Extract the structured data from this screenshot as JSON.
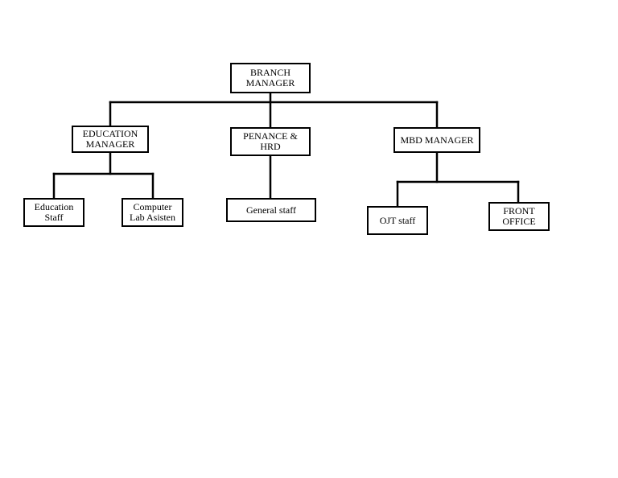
{
  "org_chart": {
    "root": {
      "label": "BRANCH\nMANAGER"
    },
    "departments": [
      {
        "label": "EDUCATION\nMANAGER",
        "children": [
          {
            "label": "Education\nStaff"
          },
          {
            "label": "Computer\nLab Asisten"
          }
        ]
      },
      {
        "label": "PENANCE &\nHRD",
        "children": [
          {
            "label": "General staff"
          }
        ]
      },
      {
        "label": "MBD MANAGER",
        "children": [
          {
            "label": "OJT staff"
          },
          {
            "label": "FRONT\nOFFICE"
          }
        ]
      }
    ]
  },
  "colors": {
    "line": "#000000",
    "box_border": "#000000",
    "background": "#ffffff"
  }
}
